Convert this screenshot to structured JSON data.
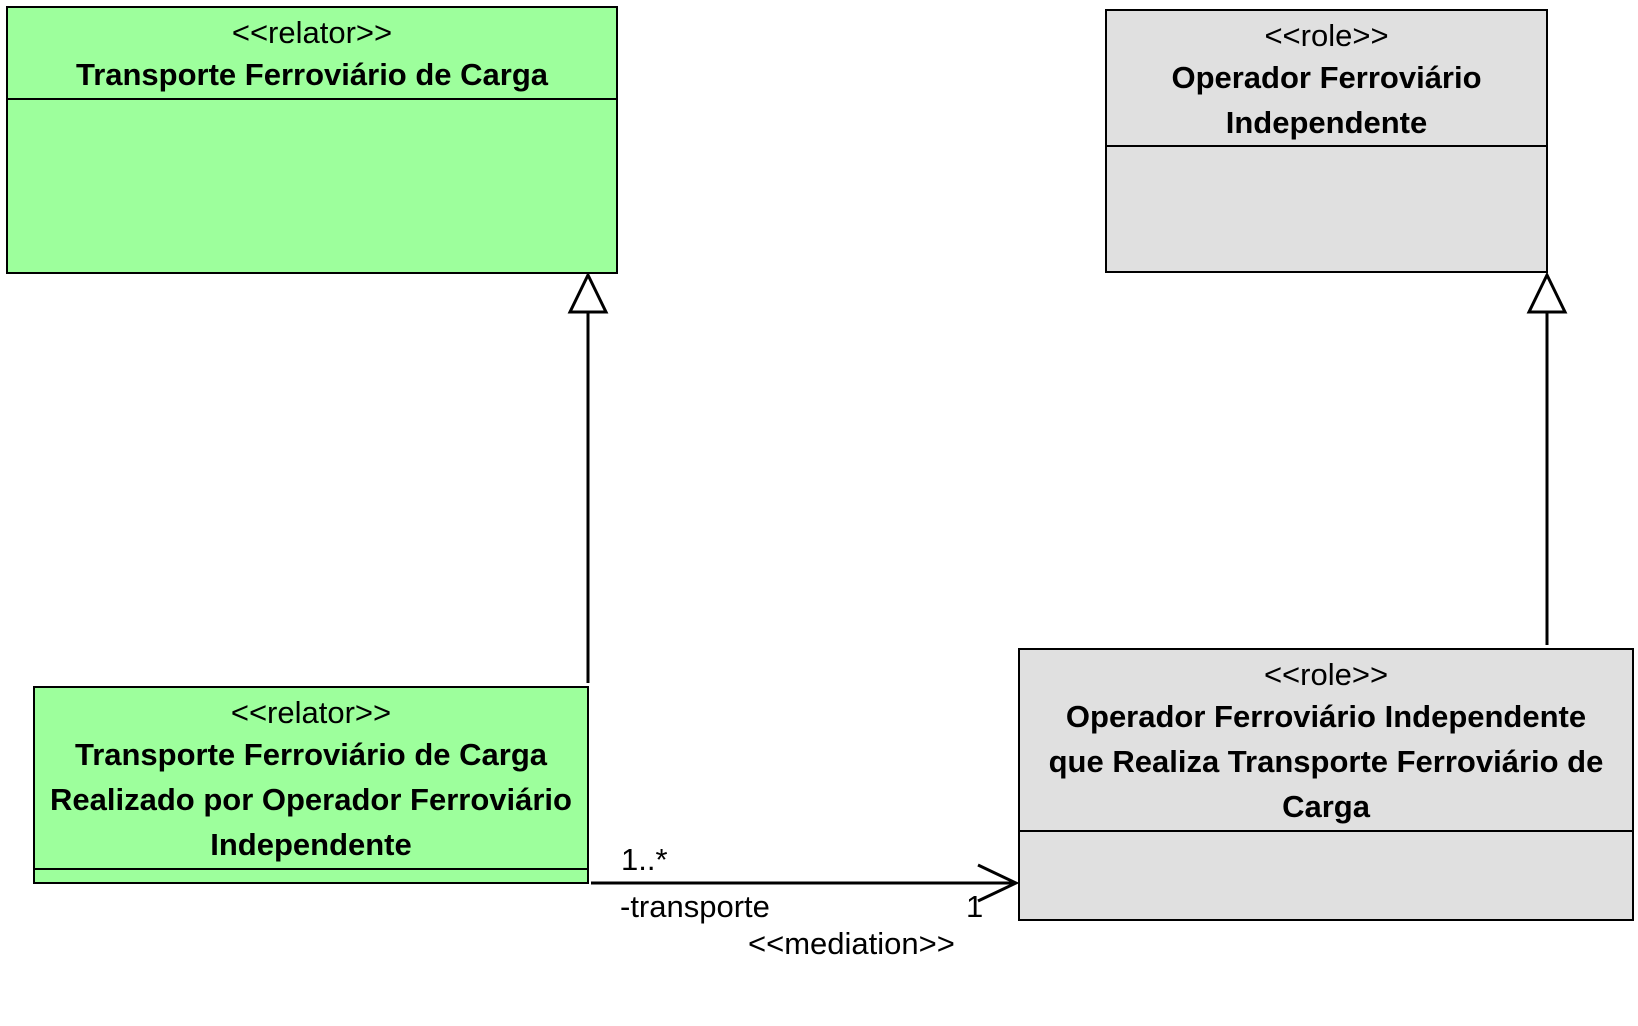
{
  "diagram": {
    "classes": {
      "relator_top": {
        "stereotype": "<<relator>>",
        "name": "Transporte Ferroviário de Carga",
        "fill": "#9dff9c"
      },
      "role_top": {
        "stereotype": "<<role>>",
        "name": "Operador Ferroviário Independente",
        "fill": "#e0e0e0"
      },
      "relator_bottom": {
        "stereotype": "<<relator>>",
        "name": "Transporte Ferroviário de Carga Realizado por Operador Ferroviário Independente",
        "fill": "#9dff9c"
      },
      "role_bottom": {
        "stereotype": "<<role>>",
        "name": "Operador Ferroviário Independente que Realiza Transporte Ferroviário de Carga",
        "fill": "#e0e0e0"
      }
    },
    "association": {
      "source_multiplicity": "1..*",
      "source_role": "-transporte",
      "target_multiplicity": "1",
      "stereotype": "<<mediation>>"
    },
    "generalizations": [
      {
        "from": "relator_bottom",
        "to": "relator_top"
      },
      {
        "from": "role_bottom",
        "to": "role_top"
      }
    ],
    "colors": {
      "relator_fill": "#9dff9c",
      "role_fill": "#e0e0e0",
      "line": "#000000"
    }
  }
}
